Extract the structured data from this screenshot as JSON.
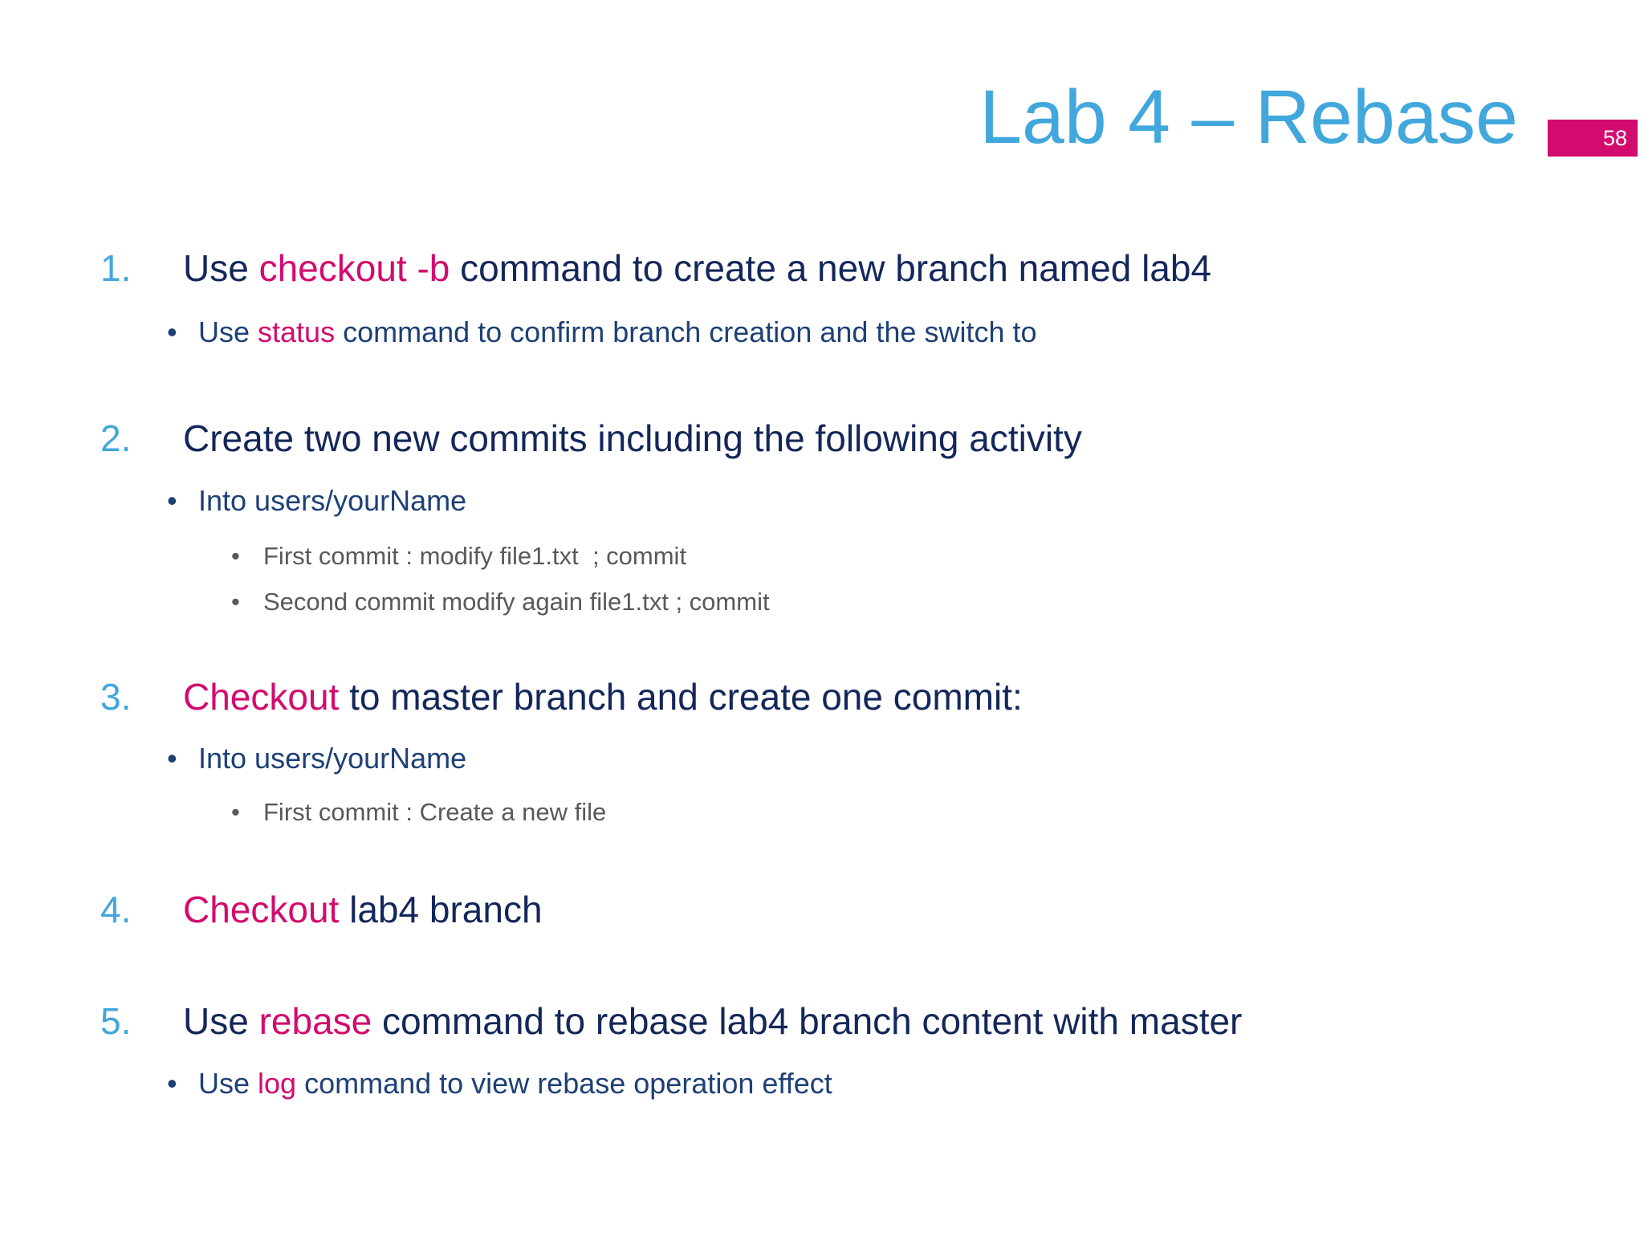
{
  "slide": {
    "background": "#ffffff",
    "title": "Lab 4 – Rebase",
    "title_color": "#41a7dc",
    "page_number": "58",
    "page_badge": {
      "background": "#d30b6e",
      "text_color": "#ffffff"
    },
    "bullet_char": "•"
  },
  "colors": {
    "number_blue": "#41a7dc",
    "level1_navy": "#14275a",
    "level2_blue": "#1d4076",
    "level3_gray": "#595959",
    "magenta": "#d30b6e"
  },
  "outline": [
    {
      "level": 1,
      "number": "1.",
      "segments": [
        {
          "text": "Use ",
          "color": "#14275a"
        },
        {
          "text": "checkout -b",
          "color": "#d30b6e"
        },
        {
          "text": " command to create a new branch named lab4",
          "color": "#14275a"
        }
      ]
    },
    {
      "level": 2,
      "segments": [
        {
          "text": "Use ",
          "color": "#1d4076"
        },
        {
          "text": "status",
          "color": "#d30b6e"
        },
        {
          "text": " command to confirm branch creation and the switch to",
          "color": "#1d4076"
        }
      ]
    },
    {
      "level": 1,
      "number": "2.",
      "segments": [
        {
          "text": "Create two new commits including the following activity",
          "color": "#14275a"
        }
      ]
    },
    {
      "level": 2,
      "segments": [
        {
          "text": "Into users/yourName",
          "color": "#1d4076"
        }
      ]
    },
    {
      "level": 3,
      "segments": [
        {
          "text": "First commit : modify file1.txt  ; commit",
          "color": "#595959"
        }
      ]
    },
    {
      "level": 3,
      "segments": [
        {
          "text": "Second commit modify again file1.txt ; commit",
          "color": "#595959"
        }
      ]
    },
    {
      "level": 1,
      "number": "3.",
      "segments": [
        {
          "text": "Checkout",
          "color": "#d30b6e"
        },
        {
          "text": " to master branch and create one commit:",
          "color": "#14275a"
        }
      ]
    },
    {
      "level": 2,
      "segments": [
        {
          "text": "Into users/yourName",
          "color": "#1d4076"
        }
      ]
    },
    {
      "level": 3,
      "segments": [
        {
          "text": "First commit : Create a new file",
          "color": "#595959"
        }
      ]
    },
    {
      "level": 1,
      "number": "4.",
      "segments": [
        {
          "text": "Checkout",
          "color": "#d30b6e"
        },
        {
          "text": " lab4 branch",
          "color": "#14275a"
        }
      ]
    },
    {
      "level": 1,
      "number": "5.",
      "segments": [
        {
          "text": "Use ",
          "color": "#14275a"
        },
        {
          "text": "rebase",
          "color": "#d30b6e"
        },
        {
          "text": " command to rebase lab4 branch content with master",
          "color": "#14275a"
        }
      ]
    },
    {
      "level": 2,
      "segments": [
        {
          "text": "Use ",
          "color": "#1d4076"
        },
        {
          "text": "log",
          "color": "#d30b6e"
        },
        {
          "text": " command to view rebase operation effect",
          "color": "#1d4076"
        }
      ]
    }
  ]
}
